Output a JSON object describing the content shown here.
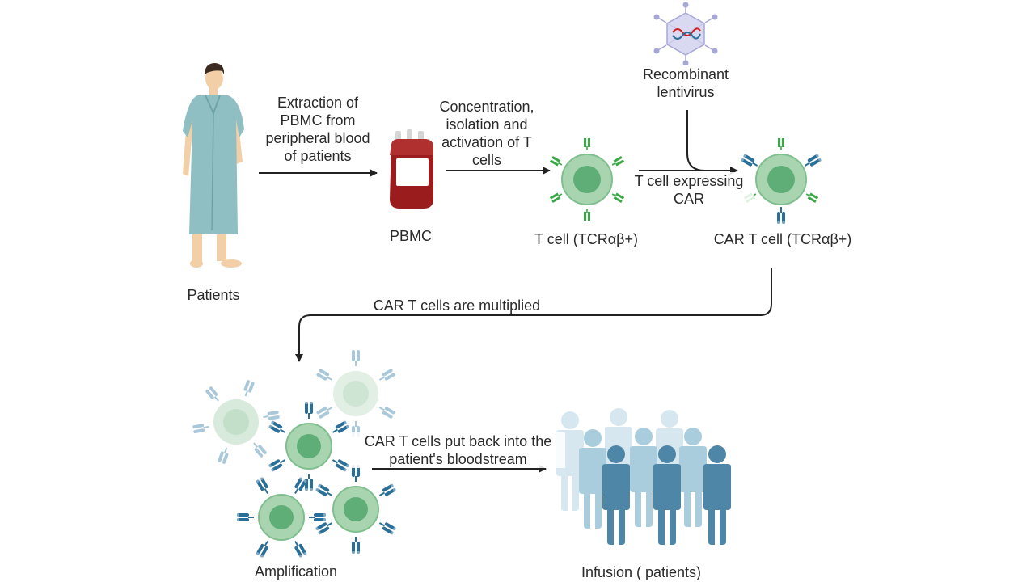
{
  "labels": {
    "patients": "Patients",
    "step_extraction": "Extraction of\nPBMC from\nperipheral blood\nof patients",
    "pbmc": "PBMC",
    "step_concentration": "Concentration,\nisolation and\nactivation of T\ncells",
    "t_cell": "T cell (TCRαβ+)",
    "lentivirus": "Recombinant\nlentivirus",
    "step_car_expression": "T cell expressing\nCAR",
    "car_t_cell": "CAR T cell (TCRαβ+)",
    "step_multiplied": "CAR T cells are multiplied",
    "amplification": "Amplification",
    "step_infusion": "CAR T cells put back into the\npatient's bloodstream",
    "infusion": "Infusion ( patients)"
  },
  "colors": {
    "arrow": "#222222",
    "cell_fill": "#a8d5b0",
    "cell_nucleus": "#5fae77",
    "tcr_green": "#3aa845",
    "car_blue": "#2a6f97",
    "faded_cell": "#d8eadb",
    "faded_receptor": "#a9c8da",
    "people_light": "#c5dde8",
    "people_mid": "#8fbcd0",
    "people_dark": "#4d86a6",
    "gown": "#8fbfc2",
    "skin": "#f3cfa8",
    "hair": "#3b2a20",
    "blood": "#9b1c1c"
  }
}
